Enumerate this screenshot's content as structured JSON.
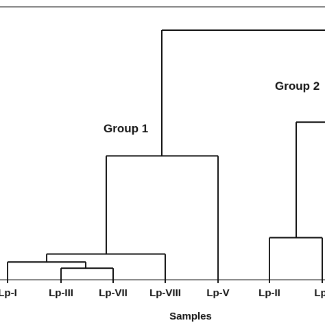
{
  "chart_data": {
    "type": "dendrogram",
    "xlabel": "Samples",
    "ylabel": "",
    "leaves": [
      "Lp-I",
      "Lp-III",
      "Lp-VII",
      "Lp-VIII",
      "Lp-V",
      "Lp-II",
      "Lp-"
    ],
    "merges": [
      {
        "left": "Lp-III",
        "right": "Lp-VII",
        "height": 0.28
      },
      {
        "left": "Lp-I",
        "right": "Lp-III+Lp-VII",
        "height": 0.45
      },
      {
        "left": "Lp-I+Lp-III+Lp-VII",
        "right": "Lp-VIII",
        "height": 0.67
      },
      {
        "left": "Lp-I+Lp-III+Lp-VII+Lp-VIII",
        "right": "Lp-V",
        "height": 3.37
      },
      {
        "left": "Lp-II",
        "right": "Lp-",
        "height": 1.12
      },
      {
        "left": "Group 2",
        "right": "",
        "height": 4.3
      },
      {
        "left": "Group 1",
        "right": "Group 2",
        "height": 6.83
      }
    ],
    "annotations": [
      "Group 1",
      "Group 2"
    ],
    "grid": false
  }
}
